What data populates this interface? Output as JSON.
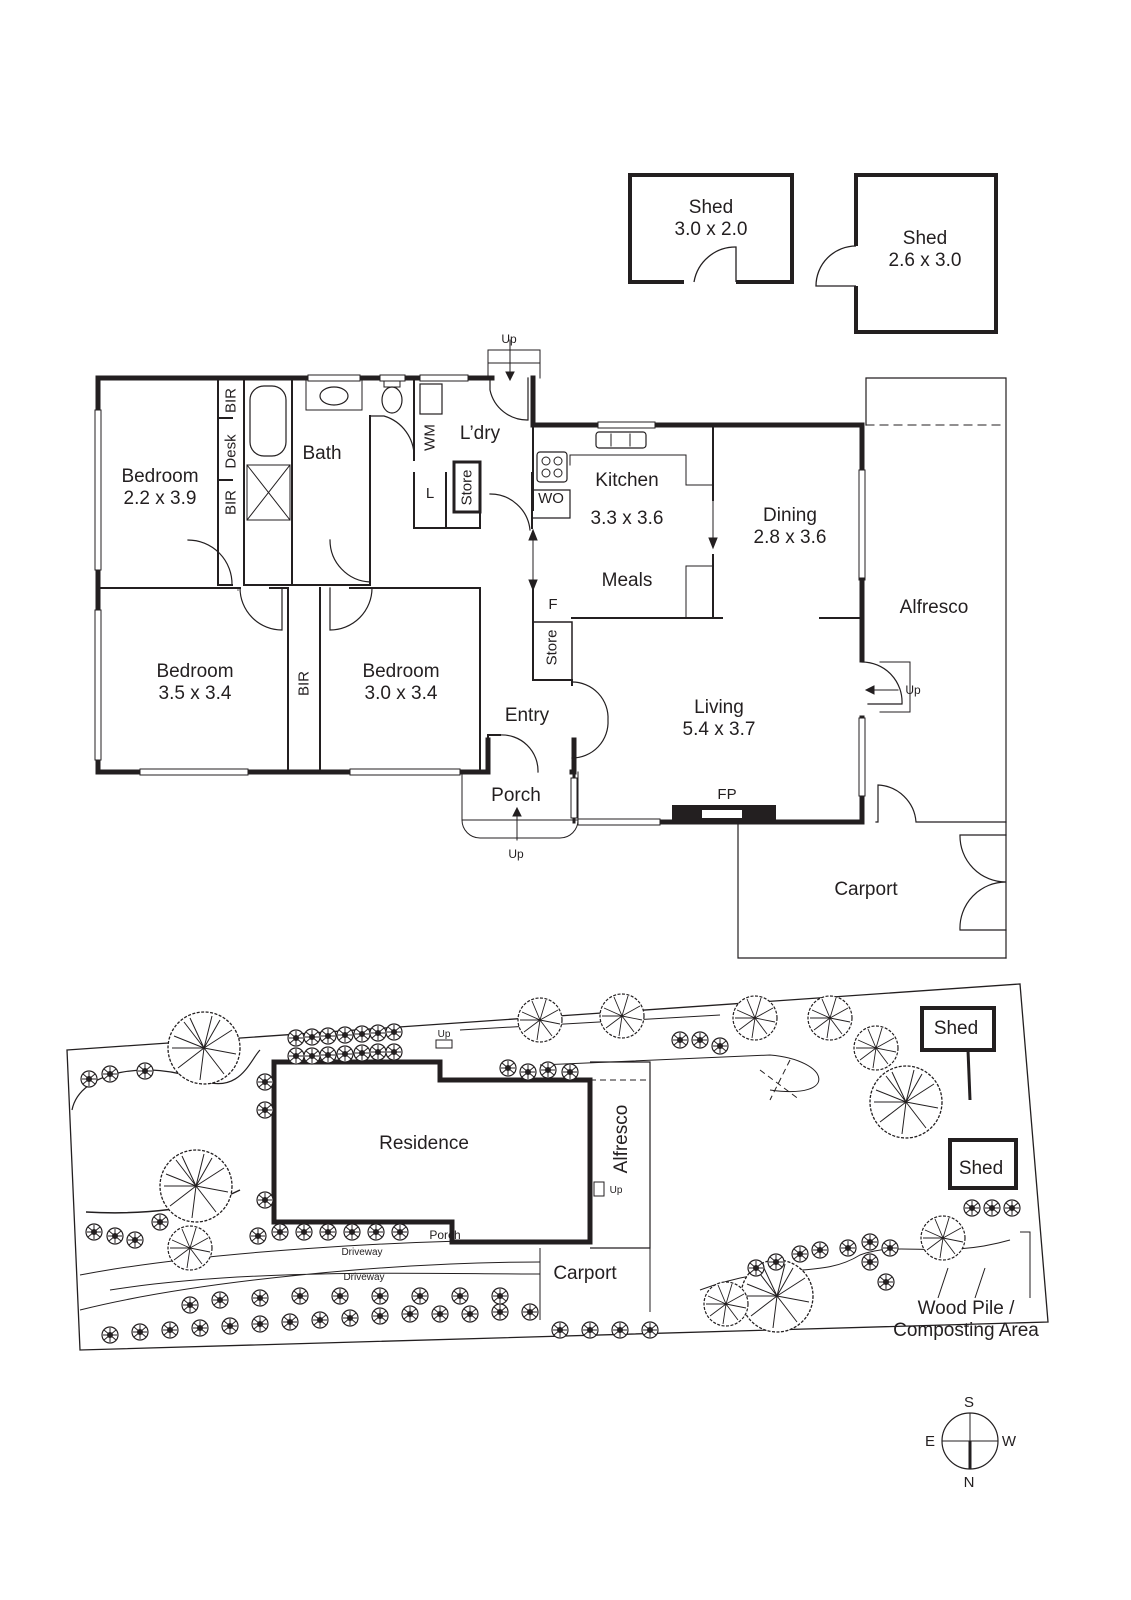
{
  "colors": {
    "wall": "#231f20",
    "line": "#231f20",
    "background": "#ffffff"
  },
  "sheds_top": [
    {
      "name": "Shed",
      "size": "3.0 x 2.0"
    },
    {
      "name": "Shed",
      "size": "2.6 x 3.0"
    }
  ],
  "floor_plan": {
    "rooms": {
      "bedroom1": {
        "name": "Bedroom",
        "size": "2.2 x 3.9"
      },
      "bath": {
        "name": "Bath"
      },
      "laundry": {
        "name": "L’dry"
      },
      "kitchen": {
        "name": "Kitchen",
        "size": "3.3 x 3.6"
      },
      "meals": {
        "name": "Meals"
      },
      "dining": {
        "name": "Dining",
        "size": "2.8 x 3.6"
      },
      "alfresco": {
        "name": "Alfresco"
      },
      "bedroom2": {
        "name": "Bedroom",
        "size": "3.5 x 3.4"
      },
      "bedroom3": {
        "name": "Bedroom",
        "size": "3.0 x 3.4"
      },
      "entry": {
        "name": "Entry"
      },
      "living": {
        "name": "Living",
        "size": "5.4 x 3.7"
      },
      "porch": {
        "name": "Porch"
      },
      "carport": {
        "name": "Carport"
      }
    },
    "fixtures": {
      "bir_top": "BIR",
      "desk": "Desk",
      "bir_bottom": "BIR",
      "bir_middle": "BIR",
      "wm": "WM",
      "linen": "L",
      "ldry_store": "Store",
      "wo": "WO",
      "fridge": "F",
      "entry_store": "Store",
      "fireplace": "FP"
    },
    "steps": {
      "laundry_up": "Up",
      "alfresco_up": "Up",
      "porch_up": "Up"
    }
  },
  "site_plan": {
    "residence": "Residence",
    "porch": "Porch",
    "alfresco": "Alfresco",
    "alfresco_up": "Up",
    "top_up": "Up",
    "carport": "Carport",
    "driveway_1": "Driveway",
    "driveway_2": "Driveway",
    "shed_1": "Shed",
    "shed_2": "Shed",
    "wood_pile_line1": "Wood Pile /",
    "wood_pile_line2": "Composting Area"
  },
  "compass": {
    "north": "N",
    "south": "S",
    "east": "E",
    "west": "W"
  }
}
